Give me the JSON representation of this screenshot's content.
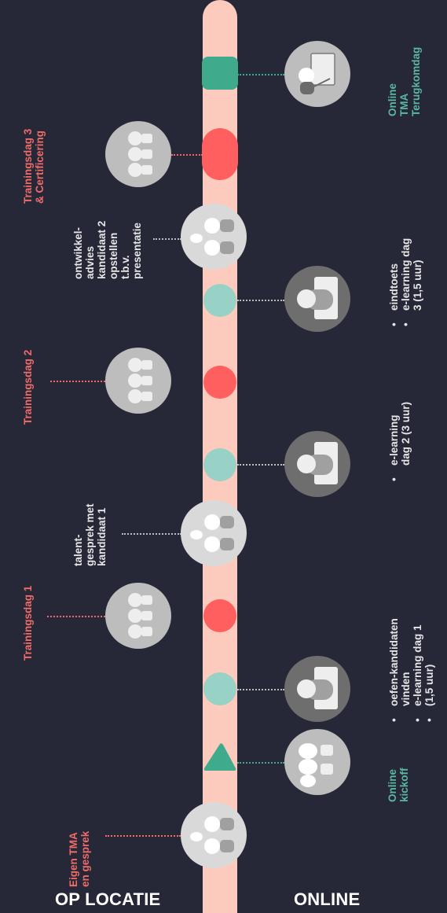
{
  "colors": {
    "background": "#262838",
    "timeline": "#fdcbbd",
    "coral": "#f16b67",
    "teal_light": "#98d2c7",
    "teal_dark": "#3faa8c",
    "label_white": "#e6e6e6",
    "label_teal": "#5ab8a2"
  },
  "headings": {
    "left": "OP LOCATIE",
    "right": "ONLINE"
  },
  "left_labels": {
    "eigen_tma": [
      "Eigen TMA",
      "en gesprek"
    ],
    "trainingsdag1": [
      "Trainingsdag 1"
    ],
    "talentgesprek": [
      "talent-",
      "gesprek met",
      "kandidaat 1"
    ],
    "trainingsdag2": [
      "Trainingsdag 2"
    ],
    "ontwikkeladvies": [
      "ontwikkel-",
      "advies",
      "kandidaat 2",
      "opstellen",
      "t.b.v.",
      "presentatie"
    ],
    "trainingsdag3": [
      "Trainingsdag 3",
      "& Certificering"
    ]
  },
  "right_labels": {
    "kickoff": [
      "Online",
      "kickoff"
    ],
    "elearning1": [
      "oefen-kandidaten",
      "vinden",
      "e-learning dag 1",
      "(1,5 uur)"
    ],
    "elearning2": [
      "e-learning",
      "dag 2 (3 uur)"
    ],
    "elearning3": [
      "eindtoets",
      "e-learning dag",
      "3 (1,5 uur)"
    ],
    "terugkomdag": [
      "Online",
      "TMA",
      "Terugkomdag"
    ]
  },
  "icons": {
    "two_people": "two-people-talking-icon",
    "three_people": "three-people-group-icon",
    "laptop_person": "person-at-laptop-icon",
    "presenter": "presenter-at-board-icon",
    "kickoff_group": "group-kickoff-icon"
  }
}
